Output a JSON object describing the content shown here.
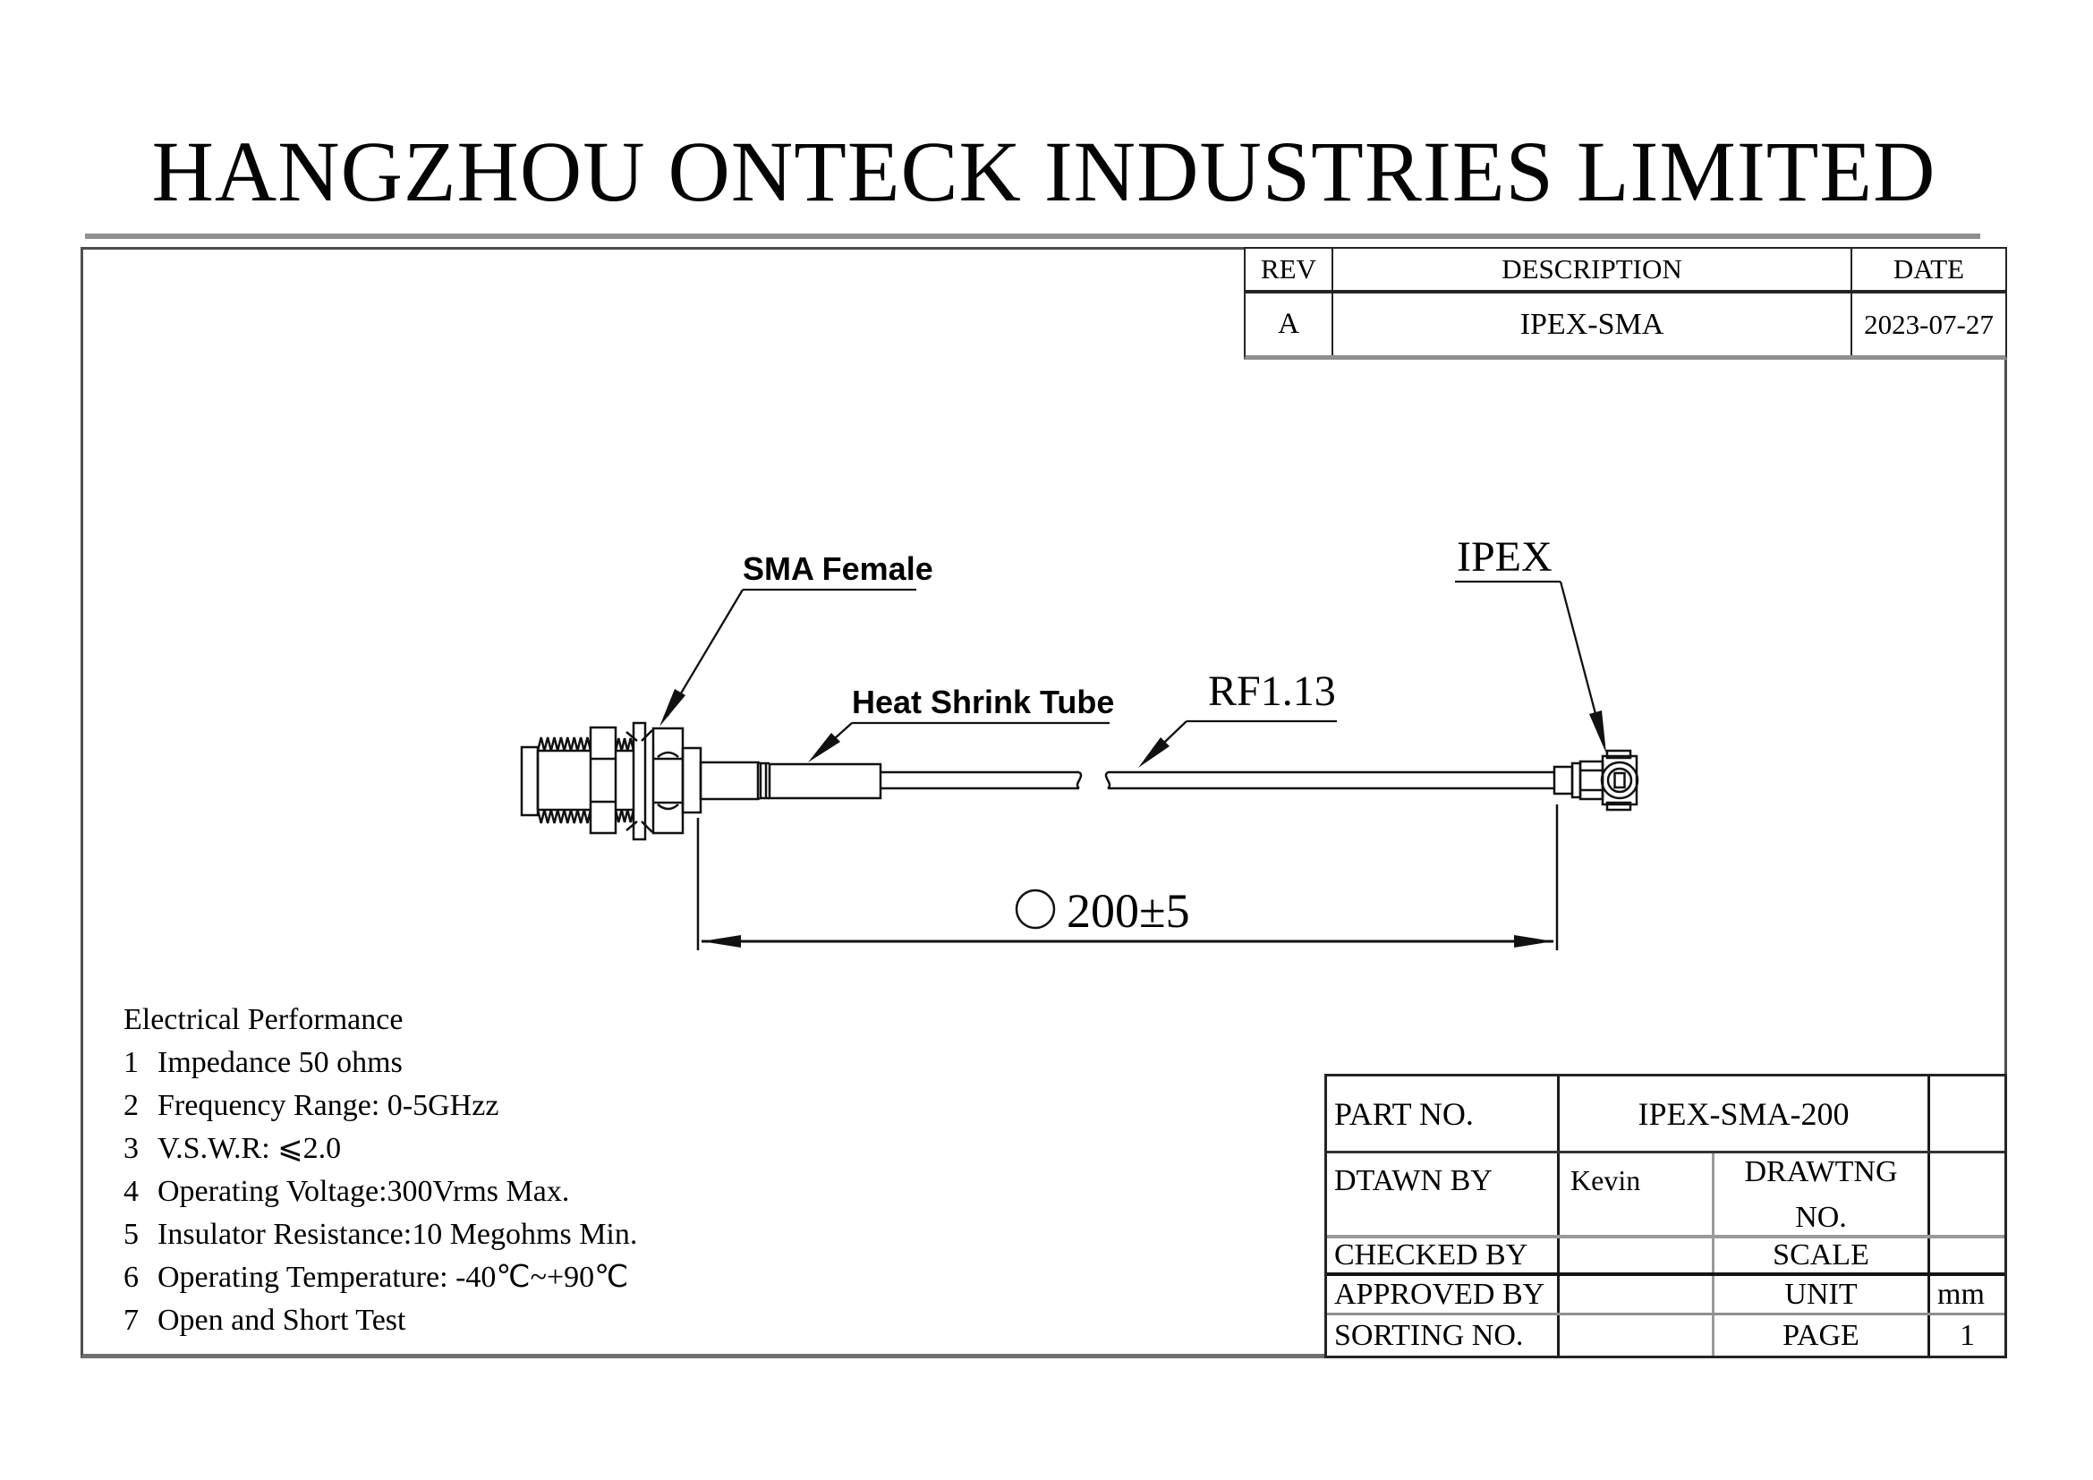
{
  "page": {
    "company_title": "HANGZHOU ONTECK INDUSTRIES LIMITED"
  },
  "revision_table": {
    "headers": [
      "REV",
      "DESCRIPTION",
      "DATE"
    ],
    "rows": [
      {
        "rev": "A",
        "description": "IPEX-SMA",
        "date": "2023-07-27"
      }
    ]
  },
  "diagram": {
    "labels": {
      "sma_female": "SMA Female",
      "heat_shrink": "Heat Shrink Tube",
      "cable": "RF1.13",
      "ipex": "IPEX"
    },
    "dimension": {
      "symbol": "○",
      "value": "200±5"
    }
  },
  "electrical_performance": {
    "title": "Electrical Performance",
    "items": [
      {
        "num": "1",
        "text": "Impedance 50 ohms"
      },
      {
        "num": "2",
        "text": "Frequency Range: 0-5GHzz"
      },
      {
        "num": "3",
        "text": "V.S.W.R: ⩽2.0"
      },
      {
        "num": "4",
        "text": "Operating Voltage:300Vrms Max."
      },
      {
        "num": "5",
        "text": "Insulator Resistance:10 Megohms Min."
      },
      {
        "num": "6",
        "text": "Operating Temperature: -40℃~+90℃"
      },
      {
        "num": "7",
        "text": "Open and Short Test"
      }
    ]
  },
  "title_block": {
    "part_no_label": "PART NO.",
    "part_no_value": "IPEX-SMA-200",
    "drawn_by_label": "DTAWN BY",
    "drawn_by_value": "Kevin",
    "drawing_no_label": "DRAWTNG NO.",
    "checked_by_label": "CHECKED BY",
    "scale_label": "SCALE",
    "approved_by_label": "APPROVED BY",
    "unit_label": "UNIT",
    "unit_value": "mm",
    "sorting_no_label": "SORTING NO.",
    "page_label": "PAGE",
    "page_value": "1"
  }
}
